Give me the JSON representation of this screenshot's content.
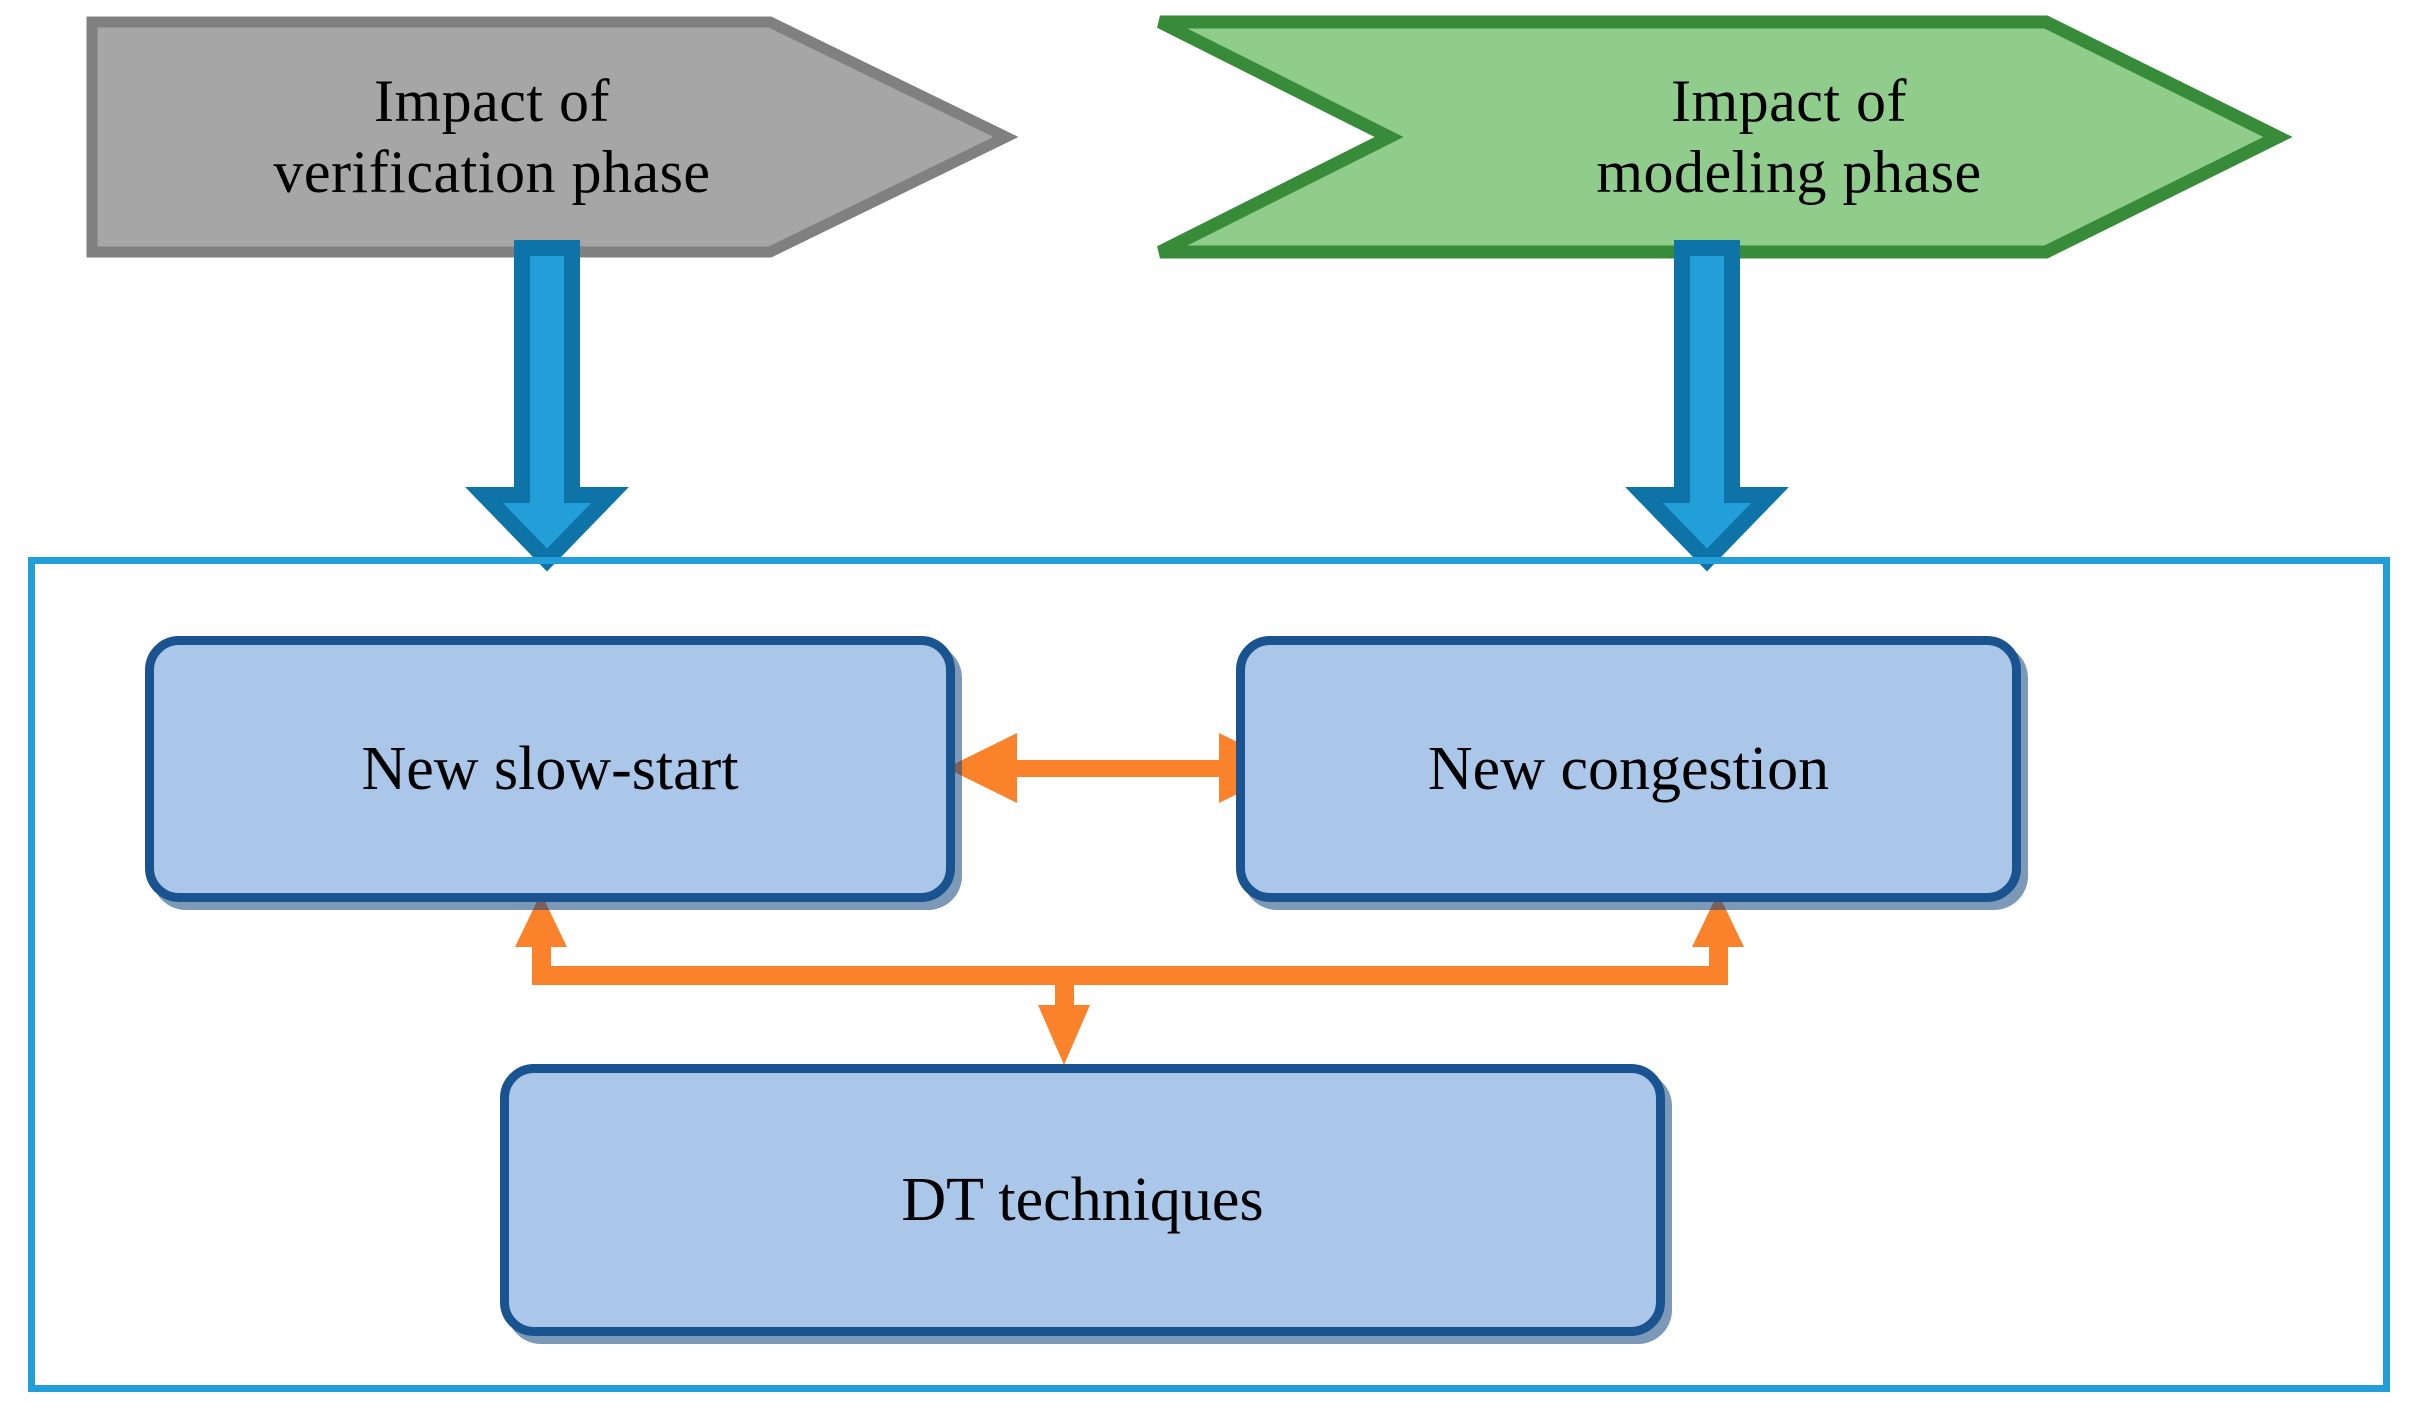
{
  "diagram": {
    "title_top_left": "Impact of verification phase",
    "title_top_right": "Impact of modeling phase",
    "colors": {
      "gray_fill": "#A6A6A6",
      "gray_border": "#808080",
      "green_fill": "#90CC8C",
      "green_border": "#388B38",
      "blue_arrow_fill": "#229FD8",
      "blue_arrow_border": "#0E74A8",
      "box_fill": "#AAC6E8",
      "box_border": "#1A5490",
      "connector_orange": "#F9822A",
      "container_border": "#229FD8",
      "text": "#000000"
    },
    "banners": [
      {
        "name": "verification-phase",
        "shape": "chevron-arrow-right",
        "line1": "Impact of",
        "line2": "verification phase",
        "fill": "#A6A6A6",
        "stroke": "#808080"
      },
      {
        "name": "modeling-phase",
        "shape": "chevron-arrow-right",
        "line1": "Impact of",
        "line2": "modeling phase",
        "fill": "#90CC8C",
        "stroke": "#388B38"
      }
    ],
    "flow_arrows": [
      {
        "name": "verification-to-container",
        "direction": "down",
        "color": "#229FD8"
      },
      {
        "name": "modeling-to-container",
        "direction": "down",
        "color": "#229FD8"
      }
    ],
    "nodes": [
      {
        "name": "new-slow-start",
        "label": "New slow-start"
      },
      {
        "name": "new-congestion",
        "label": "New congestion"
      },
      {
        "name": "dt-techniques",
        "label": "DT techniques"
      }
    ],
    "connectors": [
      {
        "name": "slow-start-congestion",
        "from": "new-slow-start",
        "to": "new-congestion",
        "style": "double-headed",
        "color": "#F9822A"
      },
      {
        "name": "dt-to-slow-start",
        "from": "dt-techniques",
        "to": "new-slow-start",
        "style": "single-headed-up",
        "color": "#F9822A"
      },
      {
        "name": "dt-to-congestion",
        "from": "dt-techniques",
        "to": "new-congestion",
        "style": "single-headed-up",
        "color": "#F9822A"
      },
      {
        "name": "bus-to-dt",
        "from": "connector-bus",
        "to": "dt-techniques",
        "style": "single-headed-down",
        "color": "#F9822A"
      }
    ]
  }
}
